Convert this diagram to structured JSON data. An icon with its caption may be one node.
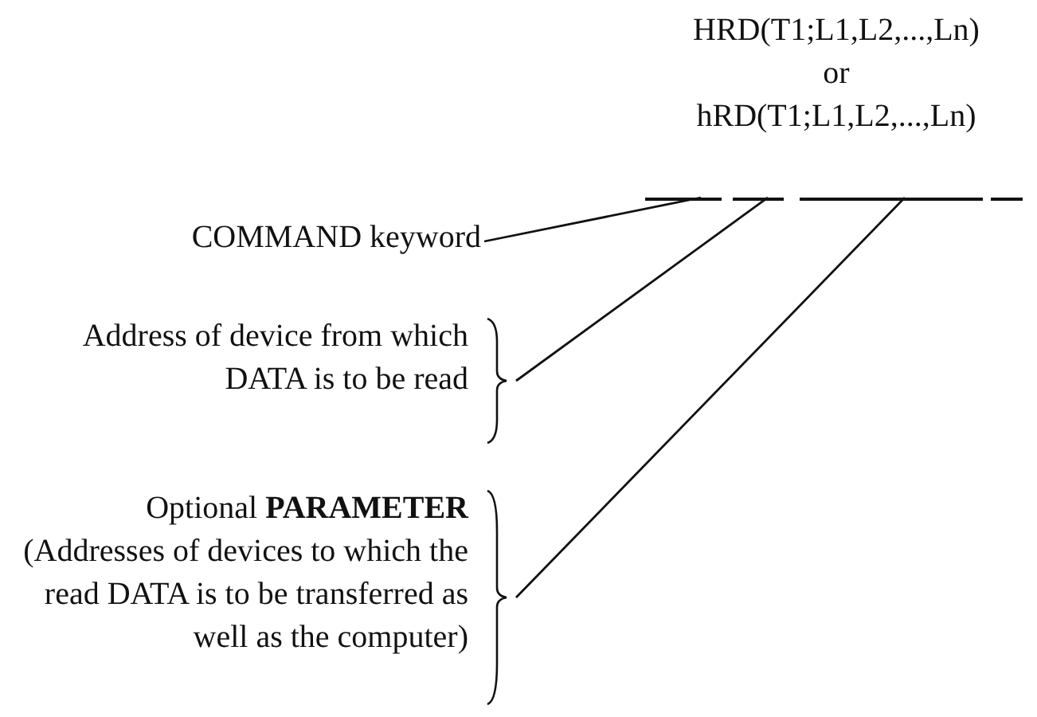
{
  "diagram": {
    "nodes": [
      {
        "text": [
          "COMMAND keyword"
        ]
      },
      {
        "text": [
          "Address of device from which DATA is to be read"
        ]
      },
      {
        "text": [
          "Optional **PARAMETER** (Addresses of devices to which the read DATA is to be transferred as well as the computer)"
        ]
      },
      {
        "text": [],
        "shape": "bar"
      },
      {
        "text": [],
        "shape": "bar"
      },
      {
        "text": [],
        "shape": "bar"
      },
      {
        "text": [],
        "shape": "bar"
      }
    ],
    "edges": [
      {
        "from": 0,
        "to": 3,
        "arrow": "none"
      },
      {
        "from": 1,
        "to": 4,
        "arrow": "none"
      },
      {
        "from": 2,
        "to": 5,
        "arrow": "none"
      }
    ],
    "labels": [
      "HRD(T1;L1,L2,...,Ln)",
      "or",
      "hRD(T1;L1,L2,...,Ln)"
    ]
  }
}
